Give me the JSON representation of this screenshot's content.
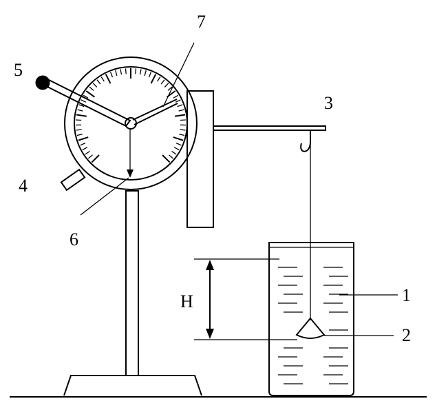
{
  "labels": {
    "liquid": "1",
    "cone": "2",
    "arm": "3",
    "clamp": "4",
    "knob": "5",
    "pointer": "6",
    "dial_hand": "7",
    "depth": "H"
  },
  "colors": {
    "ink": "#000000",
    "paper": "#ffffff"
  }
}
